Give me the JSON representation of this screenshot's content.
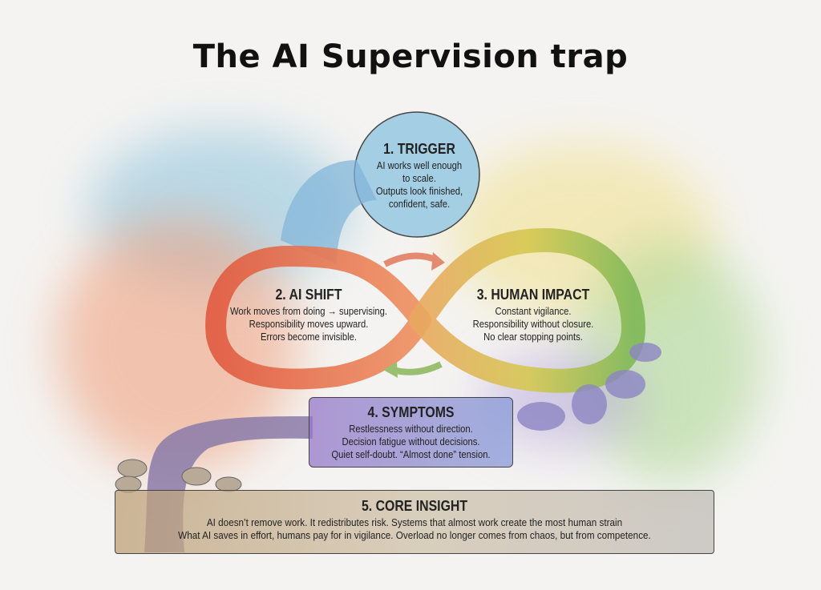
{
  "title": "The AI Supervision trap",
  "sections": {
    "trigger": {
      "heading": "1. TRIGGER",
      "lines": [
        "AI works well enough",
        "to scale.",
        "Outputs look finished,",
        "confident, safe."
      ]
    },
    "ai_shift": {
      "heading": "2. AI SHIFT",
      "lines": [
        "Work moves from doing → supervising.",
        "Responsibility moves upward.",
        "Errors become invisible."
      ]
    },
    "human_impact": {
      "heading": "3. HUMAN IMPACT",
      "lines": [
        "Constant vigilance.",
        "Responsibility without closure.",
        "No clear stopping points."
      ]
    },
    "symptoms": {
      "heading": "4. SYMPTOMS",
      "lines": [
        "Restlessness without direction.",
        "Decision fatigue without decisions.",
        "Quiet self-doubt. “Almost done” tension."
      ]
    },
    "core_insight": {
      "heading": "5. CORE INSIGHT",
      "lines": [
        "AI doesn’t remove work. It redistributes risk. Systems that almost work create the most human strain",
        "What AI saves in effort, humans pay for in vigilance. Overload no longer comes from chaos, but from competence."
      ]
    }
  },
  "colors": {
    "blue": "#7fb6d6",
    "red": "#e0684a",
    "yellow": "#e8d06a",
    "green": "#8cc06a",
    "purple": "#9a85c9",
    "brown": "#b59a78"
  }
}
